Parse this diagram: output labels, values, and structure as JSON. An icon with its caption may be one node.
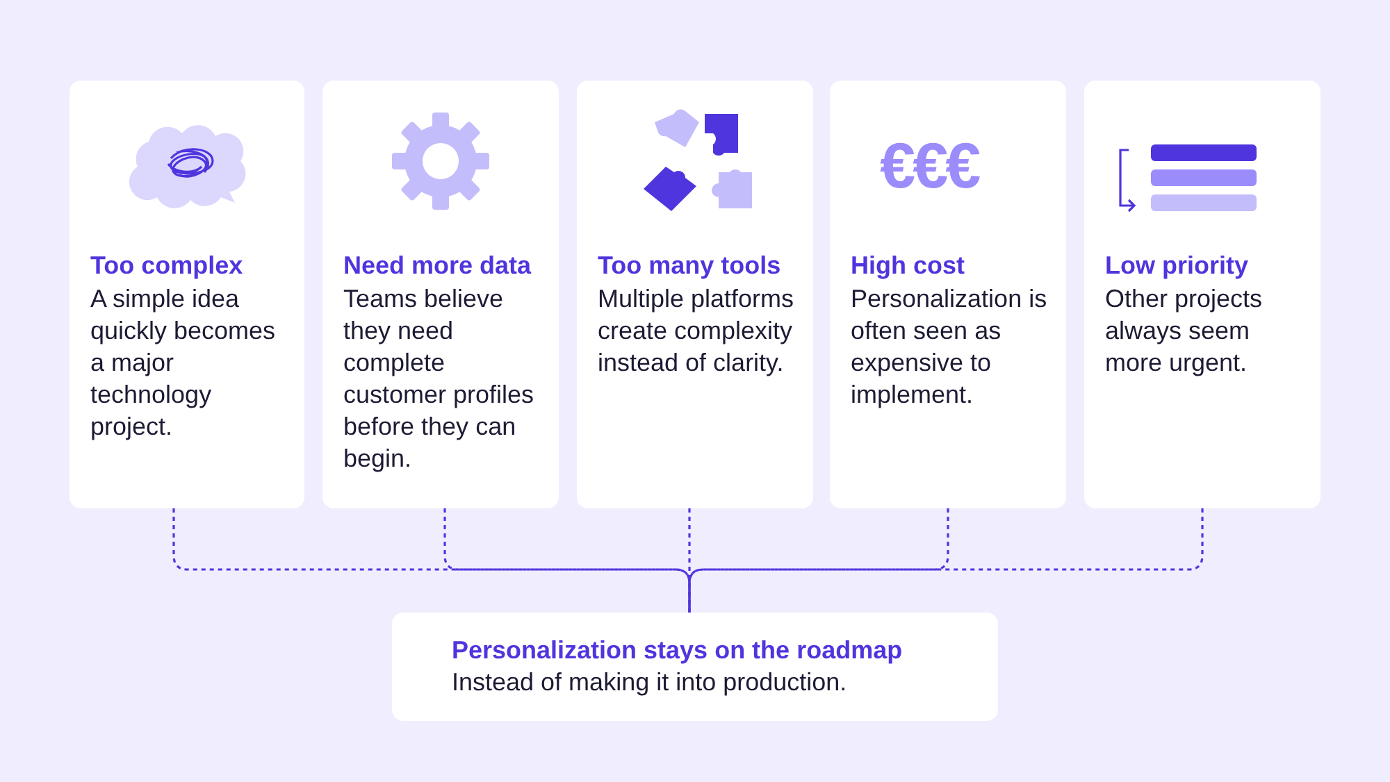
{
  "diagram": {
    "nodes": [
      {
        "text": [
          "Too complex",
          "A simple idea quickly becomes a major technology project."
        ]
      },
      {
        "text": [
          "Need more data",
          "Teams believe they need complete customer profiles before they can begin."
        ]
      },
      {
        "text": [
          "Too many tools",
          "Multiple platforms create complexity instead of clarity."
        ]
      },
      {
        "text": [
          "€€€",
          "High cost",
          "Personalization is often seen as expensive to implement."
        ]
      },
      {
        "text": [
          "Low priority",
          "Other projects always seem more urgent."
        ]
      },
      {
        "text": [
          "Personalization stays on the roadmap",
          "Instead of making it into production."
        ]
      }
    ],
    "edges": [
      {
        "from": 0,
        "to": 5,
        "arrow": "none",
        "style": "dashed"
      },
      {
        "from": 1,
        "to": 5,
        "arrow": "none",
        "style": "dashed"
      },
      {
        "from": 2,
        "to": 5,
        "arrow": "none",
        "style": "dashed"
      },
      {
        "from": 3,
        "to": 5,
        "arrow": "none",
        "style": "dashed"
      },
      {
        "from": 4,
        "to": 5,
        "arrow": "none",
        "style": "dashed"
      }
    ]
  }
}
